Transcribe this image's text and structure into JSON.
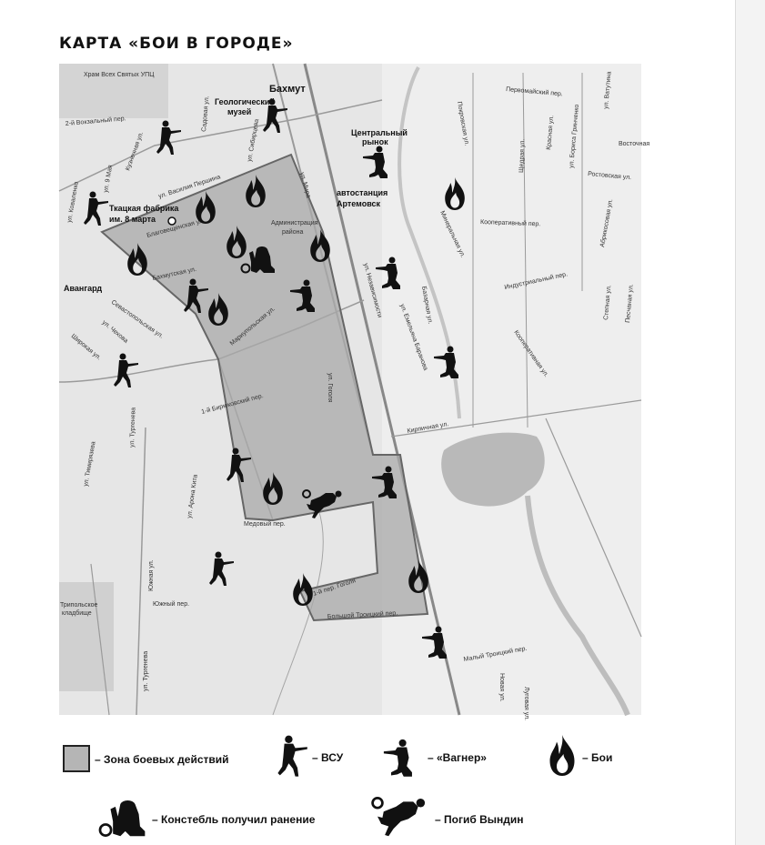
{
  "title": "КАРТА «БОИ В ГОРОДЕ»",
  "colors": {
    "zone": "#a8a8a8",
    "map_bg": "#e4e4e4",
    "icon": "#111111"
  },
  "map": {
    "city": "Бахмут",
    "places": {
      "temple": "Храм Всех Святых УПЦ",
      "geo_museum_1": "Геологический",
      "geo_museum_2": "музей",
      "market_1": "Центральный",
      "market_2": "рынок",
      "bus_1": "автостанция",
      "bus_2": "Артемовск",
      "factory_1": "Ткацкая фабрика",
      "factory_2": "им. 8 марта",
      "admin_1": "Администрация",
      "admin_2": "района",
      "avangard": "Авангард",
      "cemetery_1": "Трипольское",
      "cemetery_2": "кладбище"
    },
    "streets": {
      "s1": "2-й Вокзальный пер.",
      "s2": "ул. Коваленко",
      "s3": "ул. 9 Мая",
      "s4": "Кузнечная ул.",
      "s5": "Садовая ул.",
      "s6": "ул. Сибирцева",
      "s7": "ул. Мира",
      "s8": "ул. Василия Першина",
      "s9": "Благовещенская ул.",
      "s10": "Бахмутская ул.",
      "s11": "Севастопольская ул.",
      "s12": "ул. Чехова",
      "s13": "Широкая ул.",
      "s14": "Мариупольская ул.",
      "s15": "1-й Бирюковский пер.",
      "s16": "ул. Гоголя",
      "s17": "ул. Независимости",
      "s18": "ул. Емельяна Баранова",
      "s19": "Базарная ул.",
      "s20": "Кирпичная ул.",
      "s21": "Покровская ул.",
      "s22": "Первомайский пер.",
      "s23": "Щедрая ул.",
      "s24": "Красная ул.",
      "s25": "ул. Бориса Гринченко",
      "s26": "Ростовская ул.",
      "s27": "Кооперативный пер.",
      "s28": "Минеральная ул.",
      "s29": "Индустриальный пер.",
      "s30": "Кооперативная ул.",
      "s31": "Степная ул.",
      "s32": "Песчаная ул.",
      "s33": "Абрикосовая ул.",
      "s34": "ул. Тургенева",
      "s35": "ул. Тимирязева",
      "s36": "Южная ул.",
      "s37": "Южный пер.",
      "s38": "ул. Арона Кита",
      "s39": "Медовый пер.",
      "s40": "1-й пер. Гоголя",
      "s41": "Большой Троицкий пер.",
      "s42": "Малый Троицкий пер.",
      "s43": "Новая ул.",
      "s44": "Луговая ул.",
      "s45": "Восточная",
      "s46": "ул. Ватутина"
    }
  },
  "legend": {
    "zone": "– Зона боевых действий",
    "vsu": "– ВСУ",
    "wagner": "– «Вагнер»",
    "fight": "– Бои",
    "wounded": "– Констебль получил ранение",
    "killed": "– Погиб Вындин"
  }
}
